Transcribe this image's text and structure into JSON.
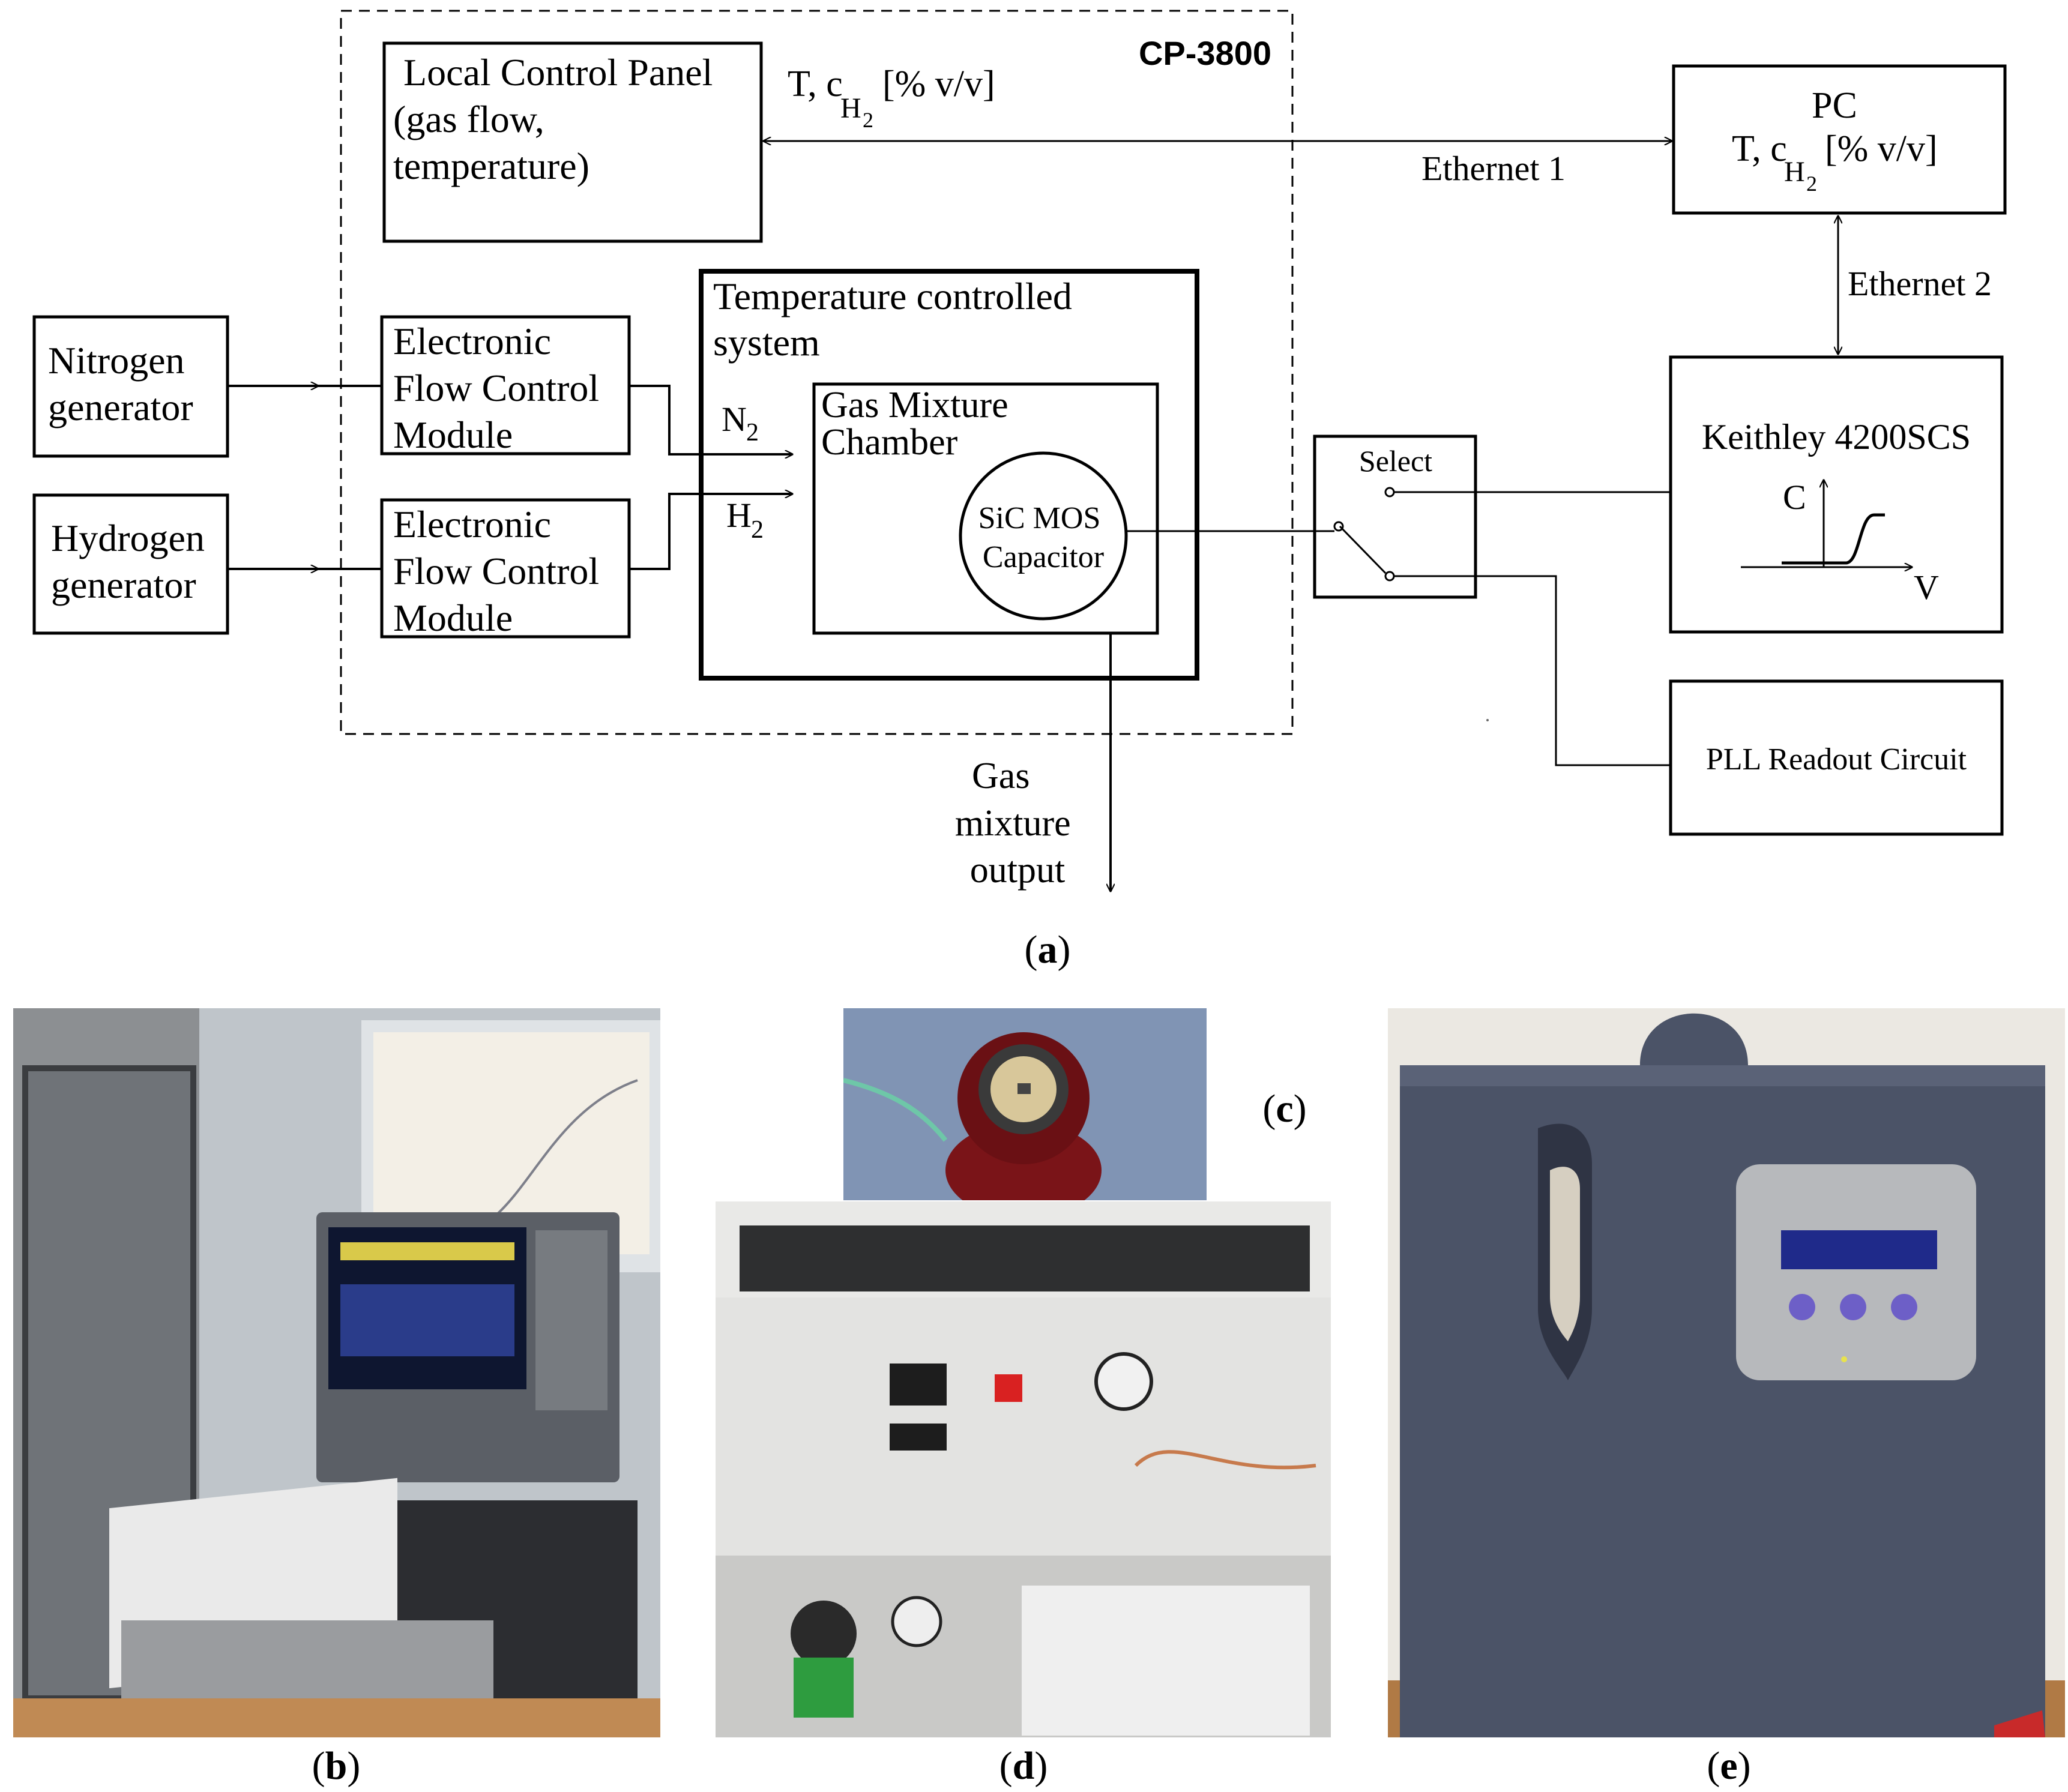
{
  "diagram": {
    "cp_label": "CP-3800",
    "local_panel": {
      "line1": "Local Control Panel",
      "line2": "(gas flow,",
      "line3": "temperature)"
    },
    "tc_label": {
      "line1": "T, c",
      "sub": "H",
      "subsub": "2",
      "tail": "[% v/v]"
    },
    "pc": {
      "title": "PC",
      "line2": "T, c",
      "sub": "H",
      "subsub": "2",
      "tail": "[% v/v]"
    },
    "ethernet1": "Ethernet 1",
    "ethernet2": "Ethernet 2",
    "nitrogen_generator": {
      "line1": "Nitrogen",
      "line2": "generator"
    },
    "hydrogen_generator": {
      "line1": "Hydrogen",
      "line2": "generator"
    },
    "flow_module": {
      "line1": "Electronic",
      "line2": "Flow Control",
      "line3": "Module"
    },
    "temp_system": {
      "line1": "Temperature controlled",
      "line2": "system"
    },
    "gas_chamber": {
      "line1": "Gas Mixture",
      "line2": "Chamber"
    },
    "n2": {
      "main": "N",
      "sub": "2"
    },
    "h2": {
      "main": "H",
      "sub": "2"
    },
    "sensor": {
      "line1": "SiC MOS",
      "line2": "Capacitor"
    },
    "select": "Select",
    "keithley": "Keithley 4200SCS",
    "cv_c": "C",
    "cv_v": "V",
    "pll": "PLL Readout Circuit",
    "gas_output": {
      "line1": "Gas",
      "line2": "mixture",
      "line3": "output"
    }
  },
  "captions": {
    "a": {
      "open": "(",
      "letter": "a",
      "close": ")"
    },
    "b": {
      "open": "(",
      "letter": "b",
      "close": ")"
    },
    "c": {
      "open": "(",
      "letter": "c",
      "close": ")"
    },
    "d": {
      "open": "(",
      "letter": "d",
      "close": ")"
    },
    "e": {
      "open": "(",
      "letter": "e",
      "close": ")"
    }
  },
  "colors": {
    "line": "#000000",
    "photo_b_wall": "#cfd3d6",
    "photo_d_panel": "#dcdcdc",
    "photo_e_generator": "#4a5266",
    "photo_c_background": "#7f93b3"
  }
}
